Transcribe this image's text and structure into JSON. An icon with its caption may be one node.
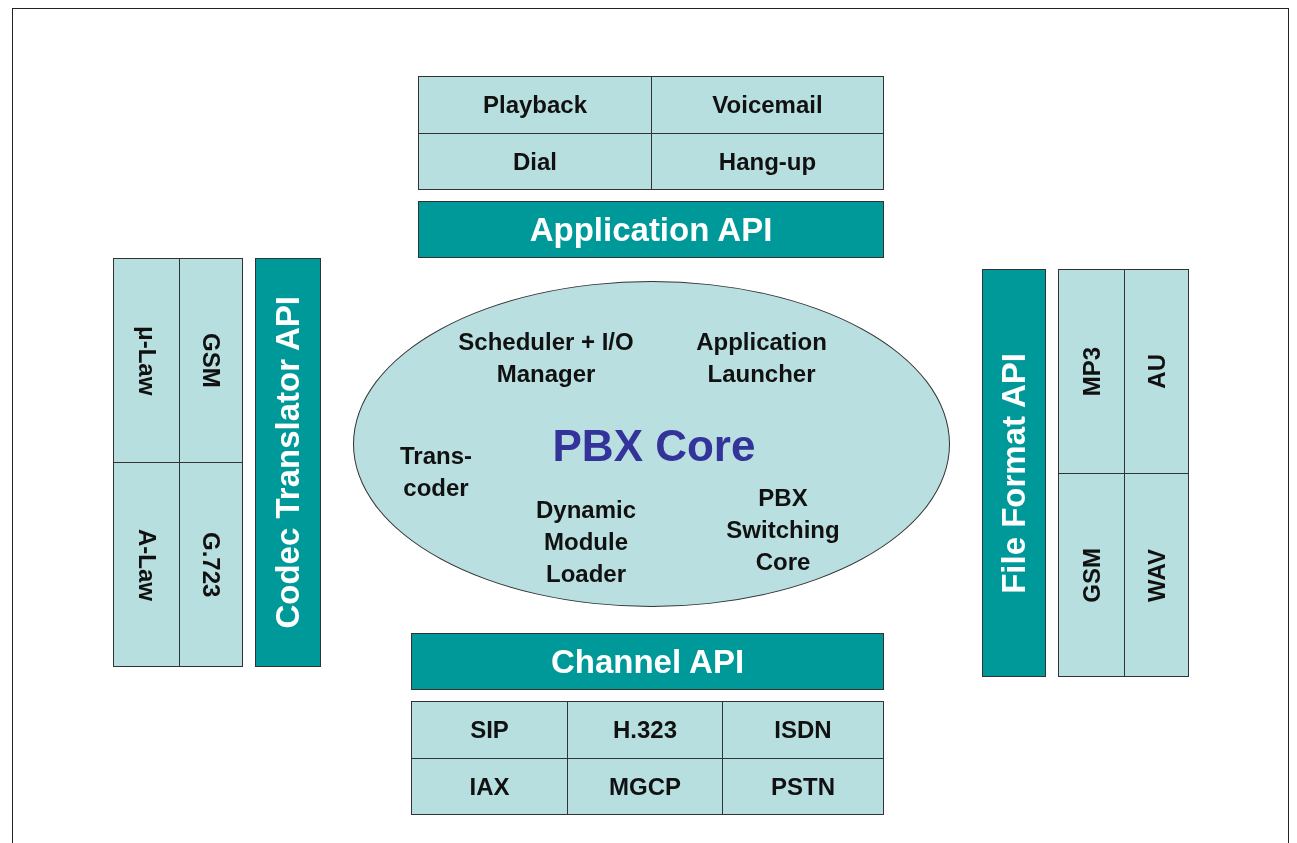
{
  "diagram": {
    "nodes": [
      {
        "text": [
          "Playback"
        ]
      },
      {
        "text": [
          "Voicemail"
        ]
      },
      {
        "text": [
          "Dial"
        ]
      },
      {
        "text": [
          "Hang-up"
        ]
      },
      {
        "text": [
          "Application API"
        ]
      },
      {
        "text": [
          "μ-Law"
        ]
      },
      {
        "text": [
          "GSM"
        ]
      },
      {
        "text": [
          "A-Law"
        ]
      },
      {
        "text": [
          "G.723"
        ]
      },
      {
        "text": [
          "Codec Translator API"
        ]
      },
      {
        "text": [
          "Scheduler + I/O Manager",
          "Application Launcher",
          "Trans- coder",
          "PBX Core",
          "Dynamic Module Loader",
          "PBX Switching Core"
        ]
      },
      {
        "text": [
          "File Format API"
        ]
      },
      {
        "text": [
          "MP3"
        ]
      },
      {
        "text": [
          "AU"
        ]
      },
      {
        "text": [
          "GSM"
        ]
      },
      {
        "text": [
          "WAV"
        ]
      },
      {
        "text": [
          "Channel API"
        ]
      },
      {
        "text": [
          "SIP"
        ]
      },
      {
        "text": [
          "H.323"
        ]
      },
      {
        "text": [
          "ISDN"
        ]
      },
      {
        "text": [
          "IAX"
        ]
      },
      {
        "text": [
          "MGCP"
        ]
      },
      {
        "text": [
          "PSTN"
        ]
      }
    ],
    "edges": []
  }
}
